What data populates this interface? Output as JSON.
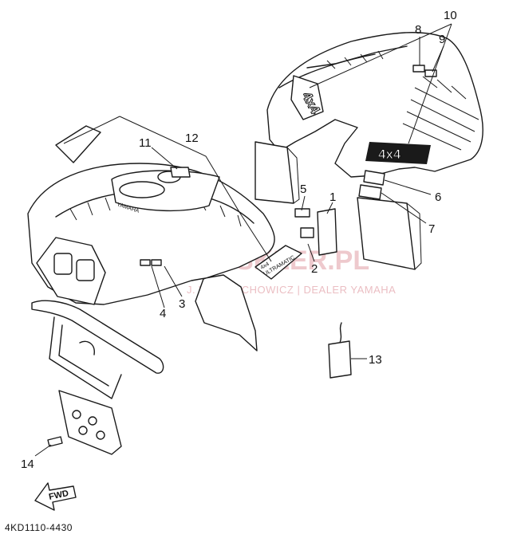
{
  "diagram": {
    "part_code": "4KD1110-4430",
    "callouts": [
      "1",
      "2",
      "3",
      "4",
      "5",
      "6",
      "7",
      "8",
      "9",
      "10",
      "11",
      "12",
      "13",
      "14"
    ],
    "front_fender_brand": "YAMAHA",
    "decal_text": "4x4",
    "decal_small_text": "ULTRAMATIC",
    "fwd_label": "FWD"
  },
  "watermark": {
    "brand": "YAMASKLER.PL",
    "subline": "J. WOJCIECHOWICZ | DEALER YAMAHA",
    "color": "#e9b8bd"
  },
  "colors": {
    "line": "#1a1a1a",
    "background": "#ffffff"
  }
}
